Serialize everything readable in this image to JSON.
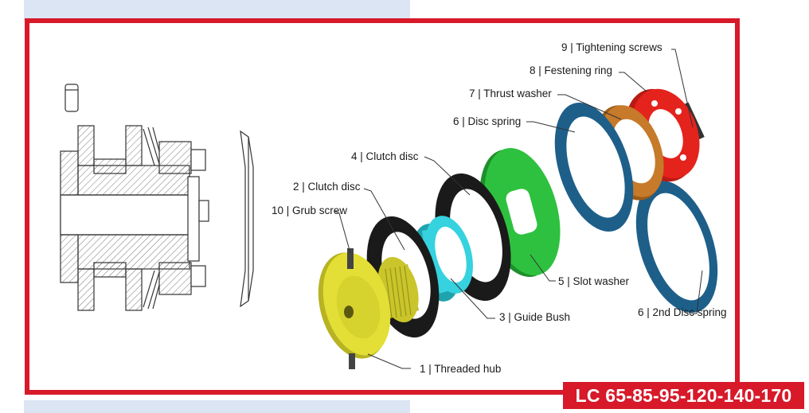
{
  "parts": {
    "p1": "1 | Threaded hub",
    "p2": "2 | Clutch disc",
    "p3": "3 | Guide Bush",
    "p4": "4 | Clutch disc",
    "p5": "5 | Slot washer",
    "p6": "6 | Disc spring",
    "p6b": "6 | 2nd Disc spring",
    "p7": "7 | Thrust washer",
    "p8": "8 | Festening ring",
    "p9": "9 | Tightening screws",
    "p10": "10 | Grub screw"
  },
  "badge": "LC 65-85-95-120-140-170",
  "colors": {
    "frame": "#d7192a",
    "hub": "#e3df36",
    "clutch_disc": "#1a1a1a",
    "guide_bush": "#36d2df",
    "slot_washer": "#2ec13f",
    "disc_spring": "#1e5f8a",
    "thrust_washer": "#c67a2a",
    "fastening_ring": "#e4231c"
  }
}
